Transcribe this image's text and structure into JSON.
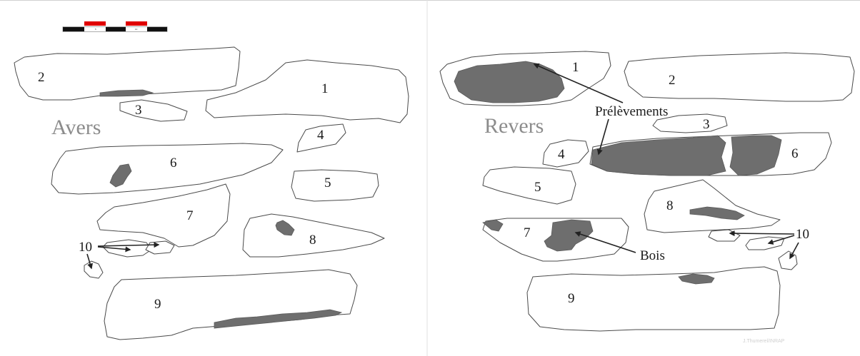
{
  "scale_bar": {
    "label_left": "5",
    "label_right": "10",
    "colors": [
      "#111111",
      "#e00000",
      "#ffffff"
    ]
  },
  "avers": {
    "title": "Avers",
    "fragments": [
      "2",
      "3",
      "1",
      "4",
      "6",
      "5",
      "8",
      "7",
      "10",
      "9"
    ]
  },
  "revers": {
    "title": "Revers",
    "fragments": [
      "1",
      "2",
      "3",
      "4",
      "6",
      "5",
      "8",
      "7",
      "10",
      "9"
    ],
    "annotations": {
      "samples": "Prélèvements",
      "wood": "Bois",
      "pointer_10": "10"
    }
  },
  "credit": "J.Thumerel/INRAP",
  "colors": {
    "outline": "#4a4a4a",
    "shaded": "#6e6e6e",
    "title": "#8c8c8c"
  }
}
